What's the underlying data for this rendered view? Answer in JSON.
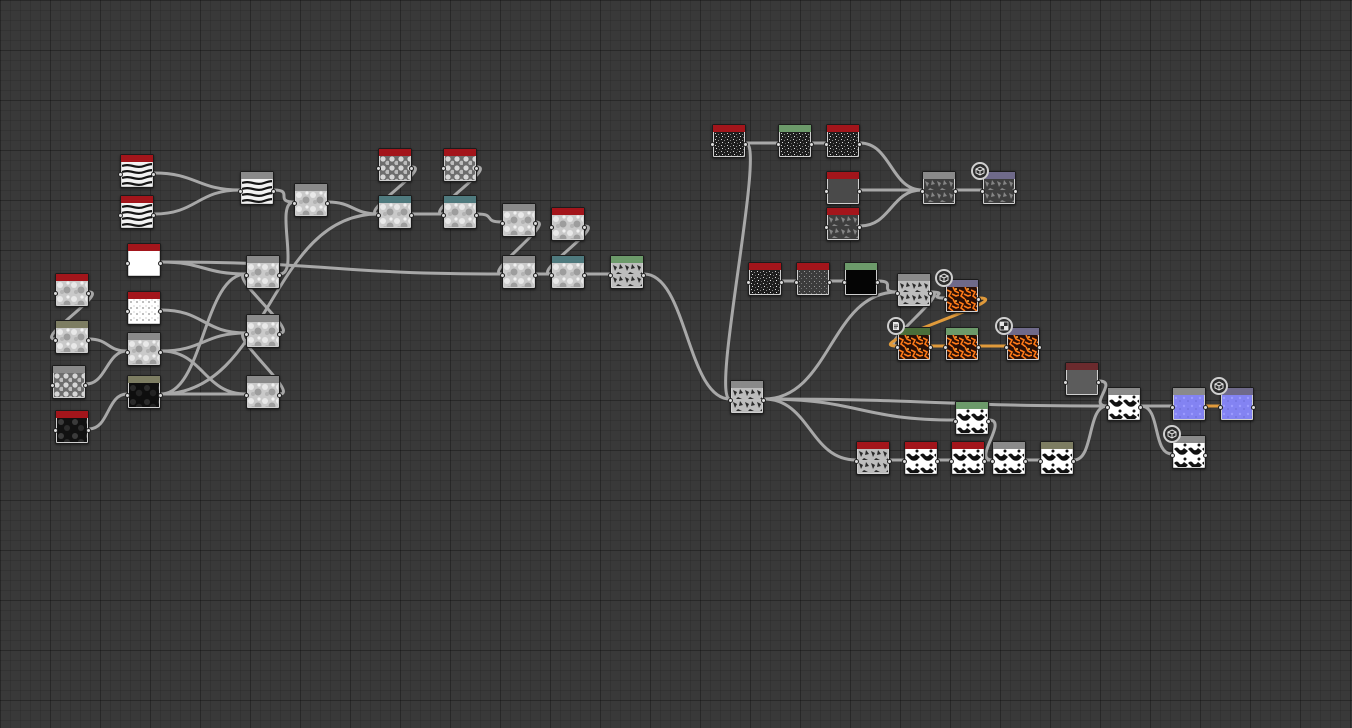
{
  "app": {
    "view": "graph-editor"
  },
  "header_colors": {
    "red": "#a3151b",
    "gray": "#8a8a8a",
    "olive": "#7d7d62",
    "teal": "#4f7a7e",
    "green": "#6c9a6a",
    "darkgreen": "#4a6e3a",
    "purple": "#6f6a8a",
    "darkred": "#6b2a2d"
  },
  "wire_colors": {
    "default": "#a8a8a8",
    "highlight": "#e09a3b"
  },
  "nodes": [
    {
      "id": "n1",
      "header": "red",
      "thumb": "stripes"
    },
    {
      "id": "n2",
      "header": "red",
      "thumb": "stripes"
    },
    {
      "id": "n3",
      "header": "red",
      "thumb": "white"
    },
    {
      "id": "n4",
      "header": "red",
      "thumb": "cloud"
    },
    {
      "id": "n5",
      "header": "olive",
      "thumb": "cloud"
    },
    {
      "id": "n6",
      "header": "gray",
      "thumb": "cells"
    },
    {
      "id": "n7",
      "header": "red",
      "thumb": "dark-cloud"
    },
    {
      "id": "n8",
      "header": "red",
      "thumb": "dots"
    },
    {
      "id": "n9",
      "header": "gray",
      "thumb": "cloud"
    },
    {
      "id": "n10",
      "header": "olive",
      "thumb": "black-blobs"
    },
    {
      "id": "n11",
      "header": "gray",
      "thumb": "stripes"
    },
    {
      "id": "n12",
      "header": "gray",
      "thumb": "cloud"
    },
    {
      "id": "n13",
      "header": "gray",
      "thumb": "cloud"
    },
    {
      "id": "n14",
      "header": "gray",
      "thumb": "cloud"
    },
    {
      "id": "n15",
      "header": "gray",
      "thumb": "cloud"
    },
    {
      "id": "n16",
      "header": "red",
      "thumb": "cells"
    },
    {
      "id": "n17",
      "header": "red",
      "thumb": "cells"
    },
    {
      "id": "n18",
      "header": "teal",
      "thumb": "cloud"
    },
    {
      "id": "n19",
      "header": "teal",
      "thumb": "cloud"
    },
    {
      "id": "n20",
      "header": "gray",
      "thumb": "cloud"
    },
    {
      "id": "n21",
      "header": "red",
      "thumb": "cloud"
    },
    {
      "id": "n22",
      "header": "gray",
      "thumb": "cloud"
    },
    {
      "id": "n23",
      "header": "teal",
      "thumb": "cloud"
    },
    {
      "id": "n24",
      "header": "green",
      "thumb": "grunge"
    },
    {
      "id": "n25",
      "header": "gray",
      "thumb": "grunge"
    },
    {
      "id": "n26",
      "header": "red",
      "thumb": "noise-dark"
    },
    {
      "id": "n27",
      "header": "green",
      "thumb": "noise-dark"
    },
    {
      "id": "n28",
      "header": "red",
      "thumb": "noise-dark"
    },
    {
      "id": "n29",
      "header": "red",
      "thumb": "flat-dark"
    },
    {
      "id": "n30",
      "header": "red",
      "thumb": "grunge-dark"
    },
    {
      "id": "n31",
      "header": "gray",
      "thumb": "grunge-dark"
    },
    {
      "id": "n32",
      "header": "purple",
      "thumb": "grunge-dark"
    },
    {
      "id": "n33",
      "header": "red",
      "thumb": "noise-dark"
    },
    {
      "id": "n34",
      "header": "red",
      "thumb": "noise-mid"
    },
    {
      "id": "n35",
      "header": "green",
      "thumb": "black"
    },
    {
      "id": "n36",
      "header": "gray",
      "thumb": "grunge"
    },
    {
      "id": "n37",
      "header": "purple",
      "thumb": "lava"
    },
    {
      "id": "n38",
      "header": "darkgreen",
      "thumb": "lava"
    },
    {
      "id": "n39",
      "header": "green",
      "thumb": "lava"
    },
    {
      "id": "n40",
      "header": "purple",
      "thumb": "lava"
    },
    {
      "id": "n41",
      "header": "darkred",
      "thumb": "flat-mid"
    },
    {
      "id": "n42",
      "header": "green",
      "thumb": "bw-mask"
    },
    {
      "id": "n43",
      "header": "red",
      "thumb": "grunge"
    },
    {
      "id": "n44",
      "header": "red",
      "thumb": "bw-mask"
    },
    {
      "id": "n45",
      "header": "red",
      "thumb": "bw-mask"
    },
    {
      "id": "n46",
      "header": "gray",
      "thumb": "bw-mask"
    },
    {
      "id": "n47",
      "header": "olive",
      "thumb": "bw-mask"
    },
    {
      "id": "n48",
      "header": "gray",
      "thumb": "bw-mask"
    },
    {
      "id": "n49",
      "header": "gray",
      "thumb": "normal"
    },
    {
      "id": "n50",
      "header": "purple",
      "thumb": "normal"
    },
    {
      "id": "n51",
      "header": "gray",
      "thumb": "bw-mask"
    }
  ],
  "pins": [
    {
      "id": "p1",
      "icon": "cube-icon"
    },
    {
      "id": "p2",
      "icon": "cube-icon"
    },
    {
      "id": "p3",
      "icon": "document-icon"
    },
    {
      "id": "p4",
      "icon": "checker-icon"
    },
    {
      "id": "p5",
      "icon": "cube-icon"
    },
    {
      "id": "p6",
      "icon": "cube-icon"
    }
  ]
}
